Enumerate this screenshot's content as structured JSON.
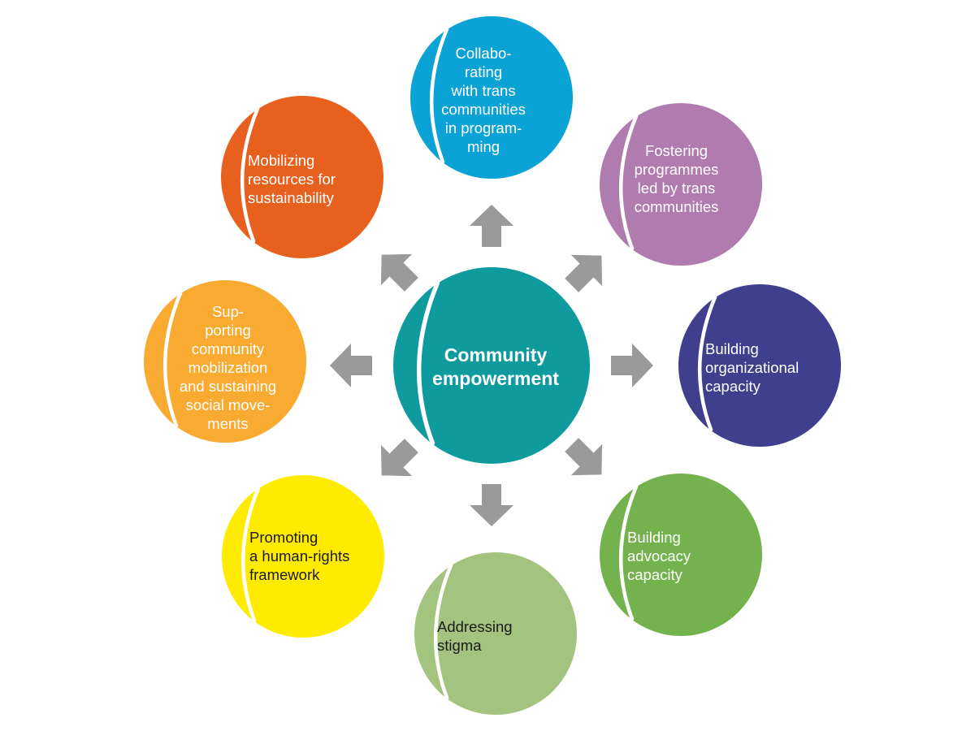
{
  "center": {
    "label": "Community\nempowerment",
    "color": "#0f9a9e"
  },
  "nodes": [
    {
      "id": "collaborating",
      "label": "Collabo-\nrating\nwith trans\ncommunities\nin program-\nming",
      "color": "#0ba2d5"
    },
    {
      "id": "fostering",
      "label": "Fostering\nprogrammes\nled by trans\ncommunities",
      "color": "#b07cb0"
    },
    {
      "id": "organizational",
      "label": "Building\norganizational\ncapacity",
      "color": "#3f3f8e"
    },
    {
      "id": "advocacy",
      "label": "Building\nadvocacy\ncapacity",
      "color": "#74b24e"
    },
    {
      "id": "stigma",
      "label": "Addressing\nstigma",
      "color": "#a2c47e"
    },
    {
      "id": "human-rights",
      "label": "Promoting\na human-rights\nframework",
      "color": "#ffeb00"
    },
    {
      "id": "mobilization",
      "label": "Sup-\nporting\ncommunity\nmobilization\nand sustaining\nsocial move-\nments",
      "color": "#f9aa31"
    },
    {
      "id": "resources",
      "label": "Mobilizing\nresources for\nsustainability",
      "color": "#e8601d"
    }
  ],
  "arrow_color": "#9a9a9a"
}
